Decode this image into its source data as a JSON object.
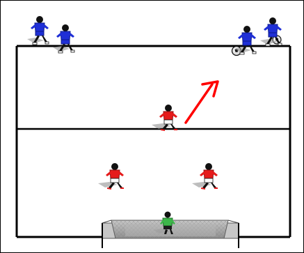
{
  "diagram": {
    "kind": "soccer-drill",
    "field_color": "#ffffff",
    "line_color": "#000000",
    "frame_color": "#000000",
    "arrow_color": "#ff0000",
    "ball_color": "#ffffff",
    "goal_color": "#a8a8a8",
    "teams": {
      "attackers": {
        "shirt": "#1f2fd6",
        "shorts": "#1f2fd6",
        "skin": "#111111"
      },
      "defenders": {
        "shirt": "#e51b1b",
        "shorts": "#ffffff",
        "skin": "#111111"
      },
      "goalkeeper": {
        "shirt": "#3db64a",
        "shorts": "#1c1c1c",
        "skin": "#111111"
      }
    },
    "player_counts": {
      "attackers": 4,
      "defenders": 3,
      "goalkeepers": 1,
      "balls": 2
    },
    "show_frame": true,
    "show_halfway_line": true,
    "show_goal": true,
    "show_arrow": true,
    "arrow_icon": "run-arrow-icon",
    "ball_icon": "soccer-ball-icon",
    "goal_icon": "goal-net-icon"
  }
}
